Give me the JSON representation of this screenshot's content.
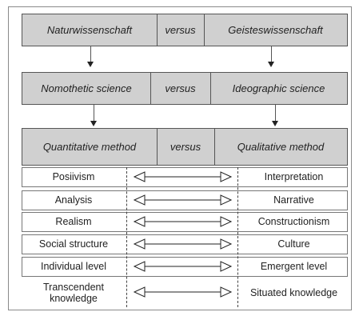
{
  "row1": {
    "left": "Naturwissenschaft",
    "middle": "versus",
    "right": "Geisteswissenschaft"
  },
  "row2": {
    "left": "Nomothetic science",
    "middle": "versus",
    "right": "Ideographic science"
  },
  "row3": {
    "left": "Quantitative method",
    "middle": "versus",
    "right": "Qualitative method"
  },
  "pairs": [
    {
      "left": "Posiivism",
      "right": "Interpretation"
    },
    {
      "left": "Analysis",
      "right": "Narrative"
    },
    {
      "left": "Realism",
      "right": "Constructionism"
    },
    {
      "left": "Social structure",
      "right": "Culture"
    },
    {
      "left": "Individual level",
      "right": "Emergent level"
    },
    {
      "left": "Transcendent knowledge",
      "right": "Situated knowledge"
    }
  ],
  "colors": {
    "box_fill": "#d0d0d0",
    "border": "#555555"
  }
}
